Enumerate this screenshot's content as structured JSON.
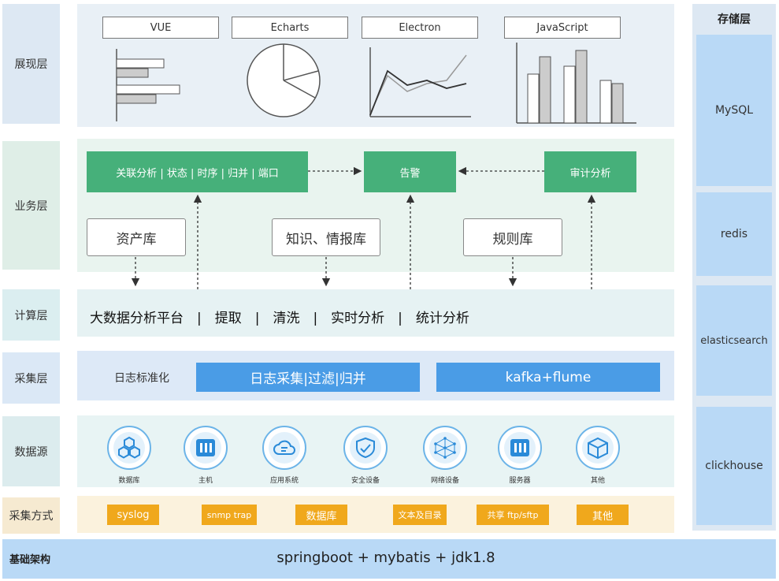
{
  "layers": {
    "presentation": "展现层",
    "business": "业务层",
    "compute": "计算层",
    "collect": "采集层",
    "datasource": "数据源",
    "method": "采集方式",
    "base": "基础架构"
  },
  "presentation": {
    "techs": [
      "VUE",
      "Echarts",
      "Electron",
      "JavaScript"
    ]
  },
  "business": {
    "analysis": "关联分析 | 状态 | 时序 | 归并 | 端口",
    "alarm": "告警",
    "audit": "审计分析",
    "assets": "资产库",
    "knowledge": "知识、情报库",
    "rules": "规则库"
  },
  "compute": {
    "platform": "大数据分析平台　|　提取　|　清洗　|　实时分析　|　统计分析"
  },
  "collect": {
    "normalize": "日志标准化",
    "log_collect": "日志采集|过滤|归并",
    "kafka": "kafka+flume"
  },
  "datasource": {
    "items": [
      {
        "label": "数据库",
        "icon": "database-cluster-icon"
      },
      {
        "label": "主机",
        "icon": "host-icon"
      },
      {
        "label": "应用系统",
        "icon": "cloud-app-icon"
      },
      {
        "label": "安全设备",
        "icon": "shield-icon"
      },
      {
        "label": "网络设备",
        "icon": "network-icon"
      },
      {
        "label": "服务器",
        "icon": "server-icon"
      },
      {
        "label": "其他",
        "icon": "box-icon"
      }
    ]
  },
  "method": {
    "tags": [
      "syslog",
      "snmp trap",
      "数据库",
      "文本及目录",
      "共享 ftp/sftp",
      "其他"
    ]
  },
  "base": {
    "stack": "springboot + mybatis + jdk1.8"
  },
  "storage": {
    "title": "存储层",
    "items": [
      "MySQL",
      "redis",
      "elasticsearch",
      "clickhouse"
    ]
  },
  "colors": {
    "green": "#46b07a",
    "blue": "#4a9ce6",
    "orange": "#f0a81c",
    "storage": "#b9d9f6"
  }
}
